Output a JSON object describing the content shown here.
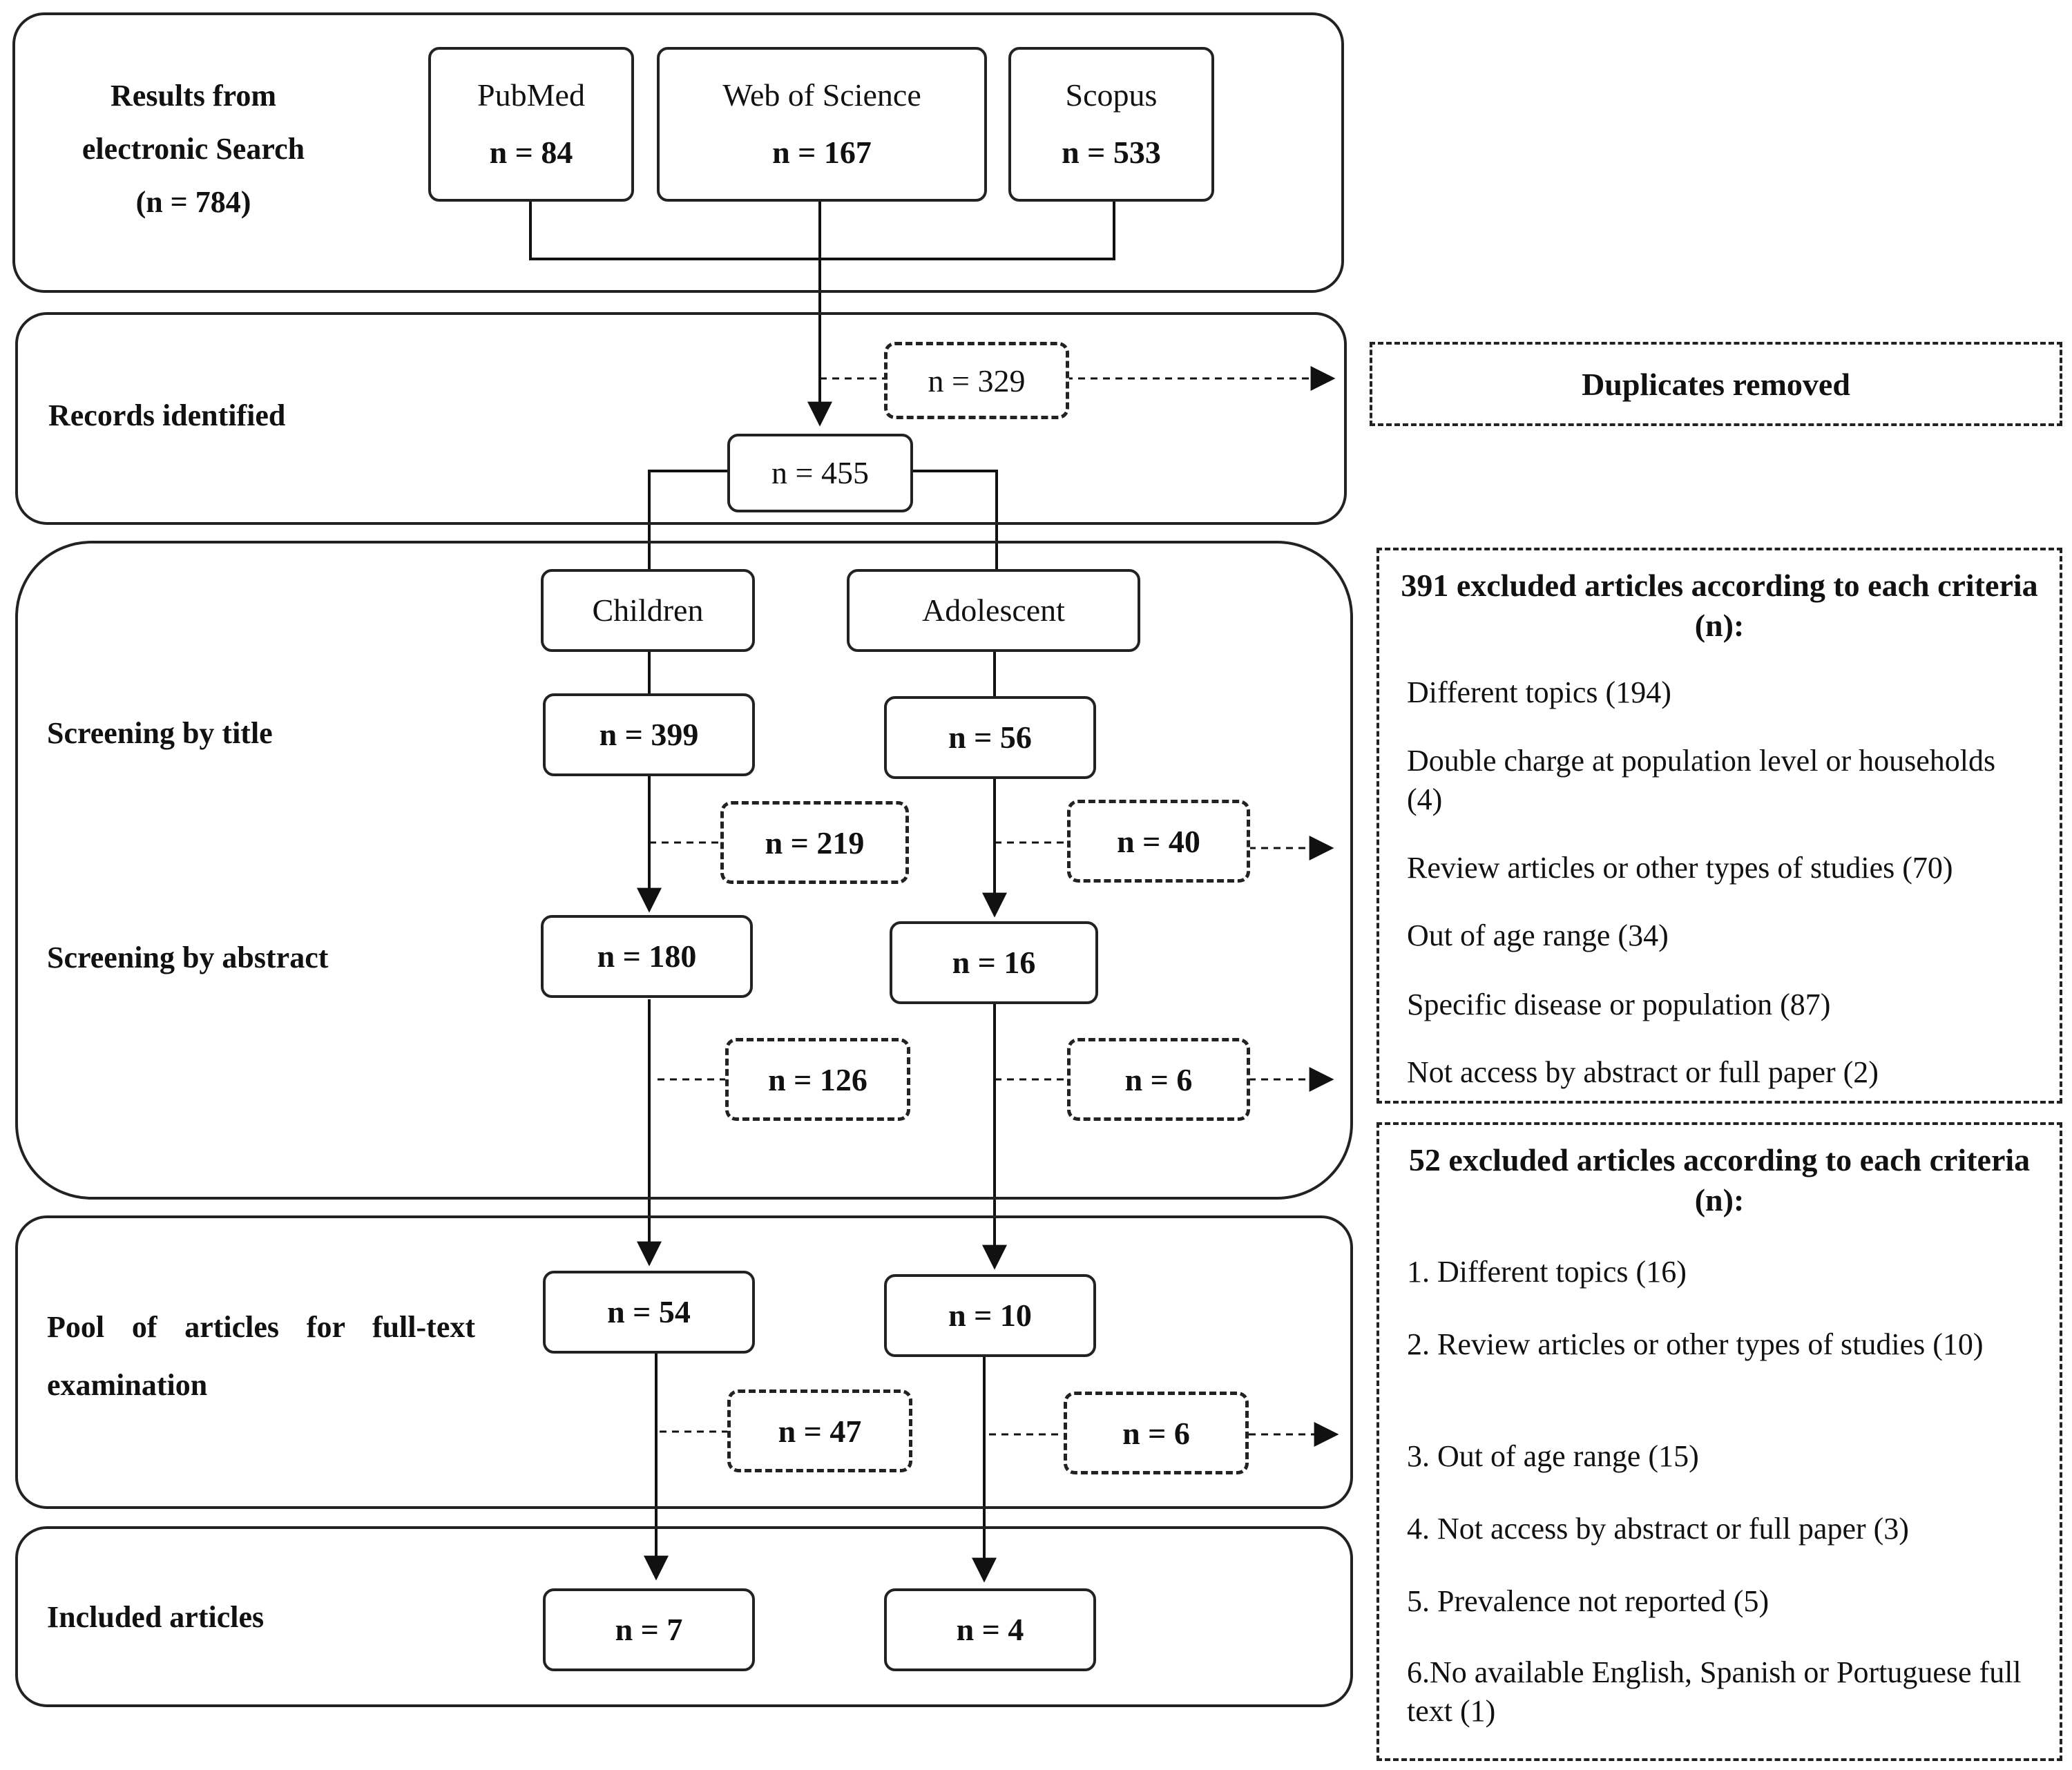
{
  "stages": {
    "search": "Results from electronic Search (n = 784)",
    "identified": "Records identified",
    "title": "Screening by title",
    "abstract": "Screening by abstract",
    "fulltext": "Pool of articles for full-text examination",
    "included": "Included articles"
  },
  "sources": [
    {
      "name": "PubMed",
      "n": "n = 84"
    },
    {
      "name": "Web of Science",
      "n": "n = 167"
    },
    {
      "name": "Scopus",
      "n": "n = 533"
    }
  ],
  "duplicates": {
    "n": "n = 329",
    "label": "Duplicates removed"
  },
  "identified_n": "n = 455",
  "groups": {
    "children": "Children",
    "adolescent": "Adolescent"
  },
  "children": {
    "title": "n = 399",
    "title_excluded": "n = 219",
    "abstract": "n = 180",
    "abstract_excluded": "n = 126",
    "fulltext": "n = 54",
    "fulltext_excluded": "n = 47",
    "included": "n = 7"
  },
  "adolescent": {
    "title": "n = 56",
    "title_excluded": "n = 40",
    "abstract": "n = 16",
    "abstract_excluded": "n = 6",
    "fulltext": "n = 10",
    "fulltext_excluded": "n = 6",
    "included": "n = 4"
  },
  "exclusions_screening": {
    "title": "391 excluded articles according to each criteria (n):",
    "items": [
      "Different topics (194)",
      "Double charge at population level or households (4)",
      "Review articles or other types of studies (70)",
      "Out of age range (34)",
      "Specific disease or population (87)",
      "Not access by abstract or full paper (2)"
    ]
  },
  "exclusions_fulltext": {
    "title": "52 excluded articles according to each criteria (n):",
    "items": [
      "1. Different topics (16)",
      "2. Review articles or other types of studies (10)",
      "3. Out of age range (15)",
      "4. Not access by abstract or full paper (3)",
      "5. Prevalence not reported (5)",
      "6.No available English, Spanish or Portuguese full text (1)"
    ]
  }
}
